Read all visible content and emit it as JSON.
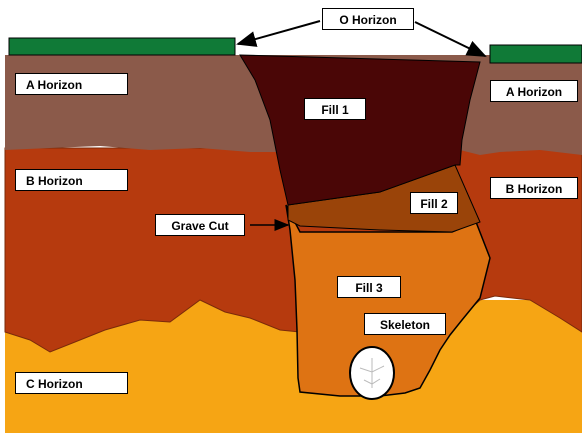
{
  "labels": {
    "o_horizon": "O Horizon",
    "a_horizon_left": "A Horizon",
    "a_horizon_right": "A Horizon",
    "b_horizon_left": "B Horizon",
    "b_horizon_right": "B Horizon",
    "c_horizon": "C Horizon",
    "fill_1": "Fill 1",
    "fill_2": "Fill 2",
    "fill_3": "Fill 3",
    "grave_cut": "Grave Cut",
    "skeleton": "Skeleton"
  },
  "colors": {
    "o_horizon": "#107a37",
    "a_horizon": "#8b5a4a",
    "b_horizon": "#b63a0e",
    "c_horizon": "#f6a514",
    "fill_1": "#4a0606",
    "fill_2": "#9a4409",
    "fill_3": "#de7313",
    "skeleton": "#ffffff"
  }
}
